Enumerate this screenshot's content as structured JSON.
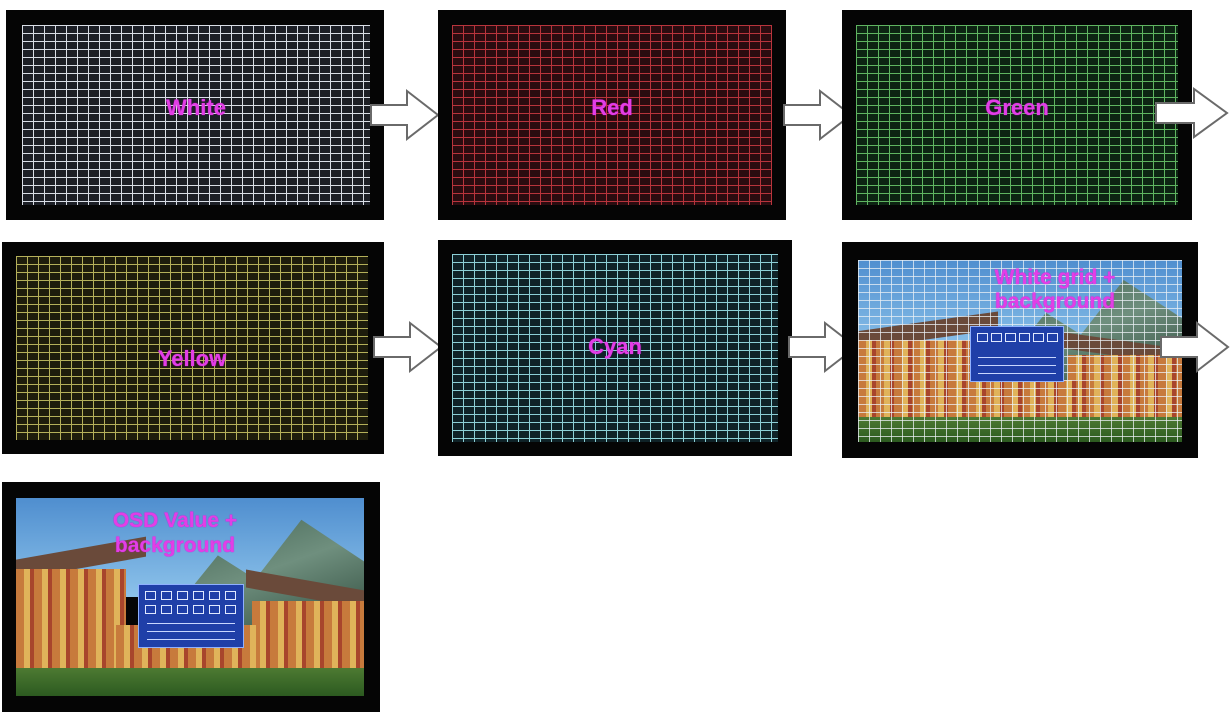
{
  "panels": [
    {
      "id": "white",
      "label": "White",
      "line_color": "#d9dee6",
      "bg_color": "#1c1f26"
    },
    {
      "id": "red",
      "label": "Red",
      "line_color": "#b8343c",
      "bg_color": "#2a0c10"
    },
    {
      "id": "green",
      "label": "Green",
      "line_color": "#5fb460",
      "bg_color": "#0d2312"
    },
    {
      "id": "yellow",
      "label": "Yellow",
      "line_color": "#b4b05a",
      "bg_color": "#1d1c0c"
    },
    {
      "id": "cyan",
      "label": "Cyan",
      "line_color": "#8ccfd6",
      "bg_color": "#0f2227"
    },
    {
      "id": "grid_bg",
      "label_line1": "White grid +",
      "label_line2": "background"
    },
    {
      "id": "osd_bg",
      "label_line1": "OSD Value +",
      "label_line2": "background"
    }
  ],
  "arrow_icon": "right-arrow-icon"
}
